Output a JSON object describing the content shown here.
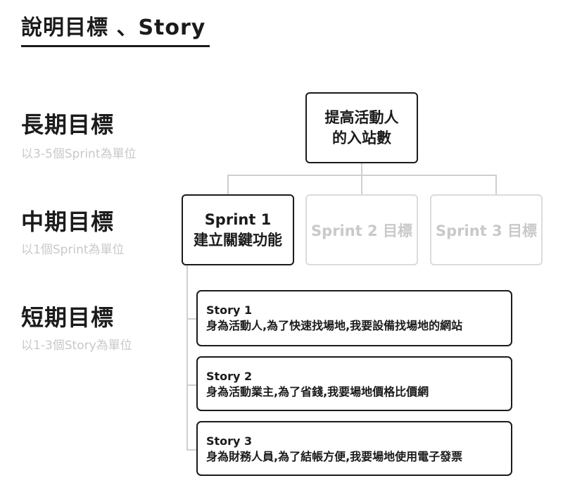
{
  "header": {
    "title": "說明目標 、Story"
  },
  "levels": [
    {
      "label": "長期目標",
      "sub": "以3-5個Sprint為單位"
    },
    {
      "label": "中期目標",
      "sub": "以1個Sprint為單位"
    },
    {
      "label": "短期目標",
      "sub": "以1-3個Story為單位"
    }
  ],
  "goal": {
    "line1": "提高活動人",
    "line2": "的入站數"
  },
  "sprints": [
    {
      "line1": "Sprint 1",
      "line2": "建立關鍵功能"
    },
    {
      "text": "Sprint 2 目標"
    },
    {
      "text": "Sprint 3 目標"
    }
  ],
  "stories": [
    {
      "title": "Story 1",
      "text": "身為活動人,為了快速找場地,我要設備找場地的網站"
    },
    {
      "title": "Story 2",
      "text": "身為活動業主,為了省錢,我要場地價格比價網"
    },
    {
      "title": "Story 3",
      "text": "身為財務人員,為了結帳方便,我要場地使用電子發票"
    }
  ],
  "colors": {
    "dark": "#1b1b1b",
    "muted": "#c9c9c9",
    "connector": "#cfcfcf"
  }
}
